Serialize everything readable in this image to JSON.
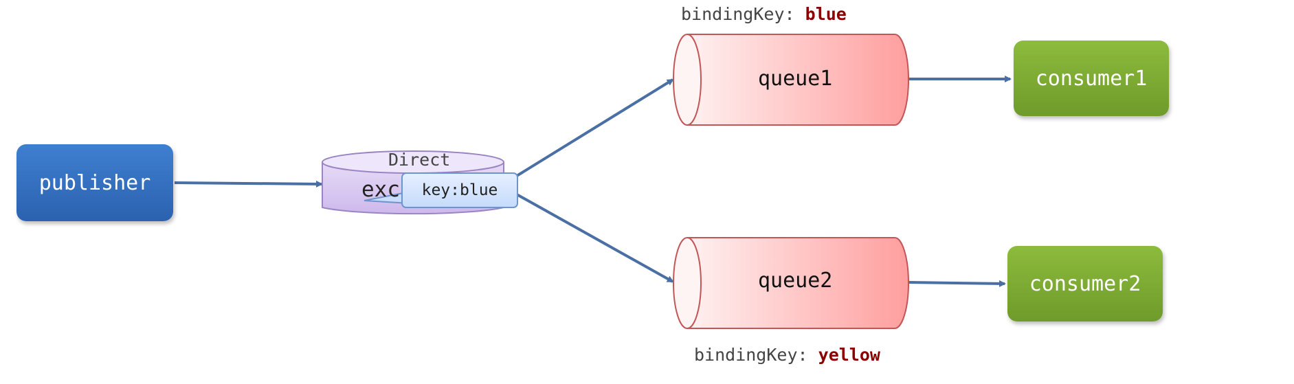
{
  "publisher": {
    "label": "publisher"
  },
  "exchange": {
    "type_label": "Direct",
    "label": "exc"
  },
  "routing_key_bubble": {
    "text": "key:blue"
  },
  "queues": [
    {
      "label": "queue1",
      "binding_key_label": "bindingKey:",
      "binding_key_value": "blue"
    },
    {
      "label": "queue2",
      "binding_key_label": "bindingKey:",
      "binding_key_value": "yellow"
    }
  ],
  "consumers": [
    {
      "label": "consumer1"
    },
    {
      "label": "consumer2"
    }
  ],
  "colors": {
    "publisher": "#2f6bbf",
    "exchange": "#d9c8f0",
    "queue": "#ffb3b3",
    "consumer": "#7aa832",
    "arrow": "#4a6fa5",
    "binding_value": "#8b0000"
  }
}
